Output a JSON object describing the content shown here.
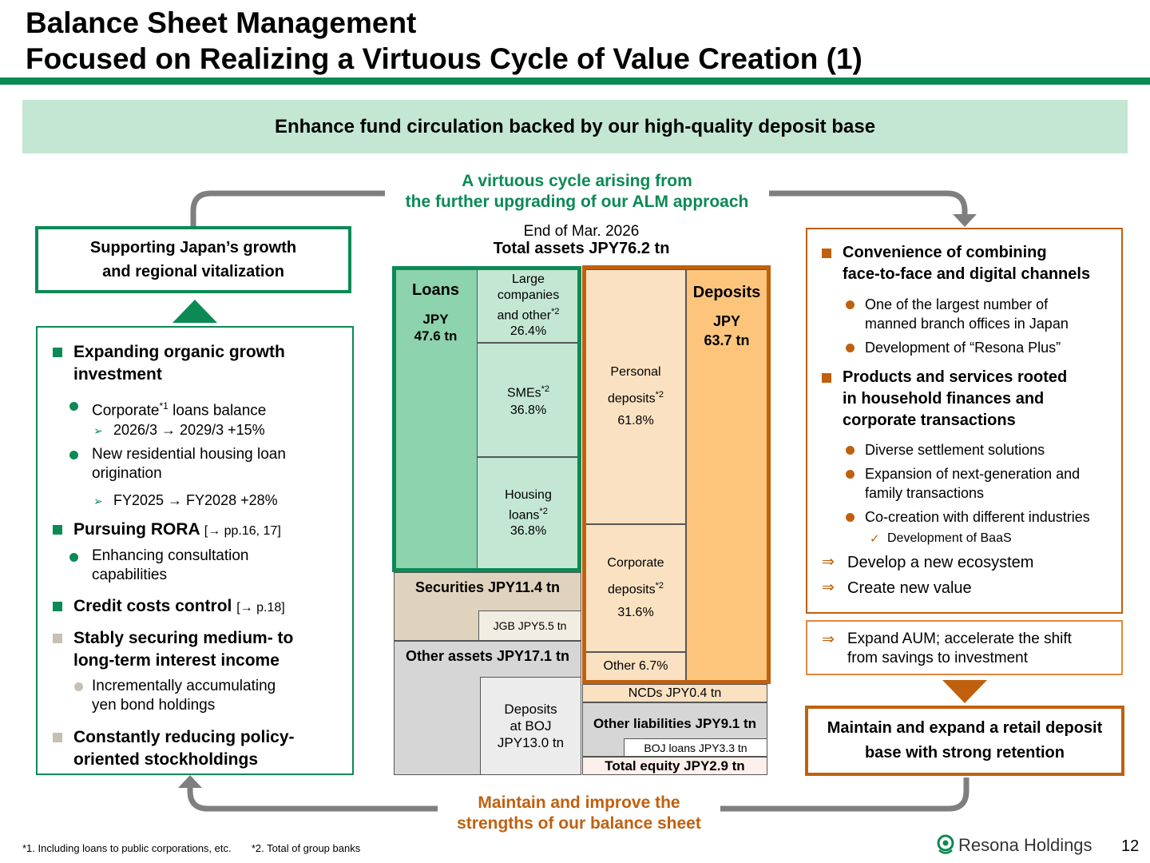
{
  "header": {
    "title_line1": "Balance Sheet Management",
    "title_line2": "Focused on Realizing a Virtuous Cycle of Value Creation (1)"
  },
  "banner": "Enhance fund circulation backed by our high-quality deposit base",
  "cycle": {
    "top_line1": "A virtuous cycle arising from",
    "top_line2": "the further upgrading of our ALM approach",
    "bottom_line1": "Maintain and improve the",
    "bottom_line2": "strengths of our balance sheet"
  },
  "left": {
    "goal_line1": "Supporting Japan’s growth",
    "goal_line2": "and regional vitalization",
    "h1_line1": "Expanding organic growth",
    "h1_line2": "investment",
    "b1_pre": "Corporate",
    "b1_sup": "*1",
    "b1_post": " loans balance",
    "b1_sub": "2026/3 → 2029/3  +15%",
    "b2_line1": "New residential housing loan",
    "b2_line2": "origination",
    "b2_sub": "FY2025 → FY2028  +28%",
    "h2": "Pursuing RORA",
    "h2_ref": "[→ pp.16, 17]",
    "b3_line1": "Enhancing consultation",
    "b3_line2": "capabilities",
    "h3": "Credit costs control",
    "h3_ref": "[→ p.18]",
    "h4_line1": "Stably securing medium- to",
    "h4_line2": "long-term interest income",
    "b4_line1": "Incrementally accumulating",
    "b4_line2": "yen bond holdings",
    "h5_line1": "Constantly reducing policy-",
    "h5_line2": "oriented stockholdings"
  },
  "right": {
    "h1_line1": "Convenience of combining",
    "h1_line2": "face-to-face and digital channels",
    "b1_line1": "One of the largest number of",
    "b1_line2": "manned branch offices in Japan",
    "b2": "Development of “Resona Plus”",
    "h2_line1": "Products and services rooted",
    "h2_line2": "in household finances and",
    "h2_line3": "corporate transactions",
    "b3": "Diverse settlement solutions",
    "b4_line1": "Expansion of next-generation and",
    "b4_line2": "family transactions",
    "b5": "Co-creation with different industries",
    "check": "Development of BaaS",
    "arrow1": "Develop a new ecosystem",
    "arrow2": "Create new value",
    "aum_line1": "Expand AUM; accelerate the shift",
    "aum_line2": "from savings to investment",
    "goal_line1": "Maintain and expand a retail deposit",
    "goal_line2": "base with strong retention"
  },
  "balance_sheet": {
    "date": "End of Mar. 2026",
    "total": "Total assets JPY76.2 tn",
    "loans_label": "Loans",
    "loans_value_line1": "JPY",
    "loans_value_line2": "47.6 tn",
    "large_line1": "Large",
    "large_line2": "companies",
    "large_line3": "and other",
    "large_pct": "26.4%",
    "smes": "SMEs",
    "smes_pct": "36.8%",
    "housing_line1": "Housing",
    "housing_line2": "loans",
    "housing_pct": "36.8%",
    "securities": "Securities JPY11.4 tn",
    "jgb": "JGB JPY5.5 tn",
    "other_assets": "Other assets JPY17.1 tn",
    "boj_dep_line1": "Deposits",
    "boj_dep_line2": "at BOJ",
    "boj_dep_line3": "JPY13.0 tn",
    "personal_line1": "Personal",
    "personal_line2": "deposits",
    "personal_pct": "61.8%",
    "corporate_line1": "Corporate",
    "corporate_line2": "deposits",
    "corporate_pct": "31.6%",
    "other_dep": "Other 6.7%",
    "deposits_label": "Deposits",
    "deposits_value_line1": "JPY",
    "deposits_value_line2": "63.7 tn",
    "ncds": "NCDs JPY0.4 tn",
    "other_liab": "Other liabilities JPY9.1 tn",
    "boj_loans": "BOJ loans JPY3.3 tn",
    "equity": "Total equity JPY2.9 tn",
    "sup2": "*2"
  },
  "footer": {
    "note1": "*1. Including loans to public corporations, etc.",
    "note2": "*2. Total of group banks",
    "logo_text": "Resona Holdings",
    "page": "12"
  },
  "colors": {
    "green": "#0b8a55",
    "orange": "#c0600e",
    "loans_fill": "#8dd3ad",
    "loans_light": "#c3e7d3",
    "deposits_fill": "#fdc57c",
    "deposits_light": "#fae1c1"
  },
  "chart_data": {
    "type": "table",
    "assets_total_tn": 76.2,
    "assets": [
      {
        "name": "Loans",
        "value_tn": 47.6,
        "breakdown": [
          {
            "name": "Large companies and other",
            "pct": 26.4
          },
          {
            "name": "SMEs",
            "pct": 36.8
          },
          {
            "name": "Housing loans",
            "pct": 36.8
          }
        ]
      },
      {
        "name": "Securities",
        "value_tn": 11.4,
        "breakdown": [
          {
            "name": "JGB",
            "value_tn": 5.5
          }
        ]
      },
      {
        "name": "Other assets",
        "value_tn": 17.1,
        "breakdown": [
          {
            "name": "Deposits at BOJ",
            "value_tn": 13.0
          }
        ]
      }
    ],
    "liabilities": [
      {
        "name": "Deposits",
        "value_tn": 63.7,
        "breakdown": [
          {
            "name": "Personal deposits",
            "pct": 61.8
          },
          {
            "name": "Corporate deposits",
            "pct": 31.6
          },
          {
            "name": "Other",
            "pct": 6.7
          }
        ]
      },
      {
        "name": "NCDs",
        "value_tn": 0.4
      },
      {
        "name": "Other liabilities",
        "value_tn": 9.1,
        "breakdown": [
          {
            "name": "BOJ loans",
            "value_tn": 3.3
          }
        ]
      },
      {
        "name": "Total equity",
        "value_tn": 2.9
      }
    ]
  }
}
